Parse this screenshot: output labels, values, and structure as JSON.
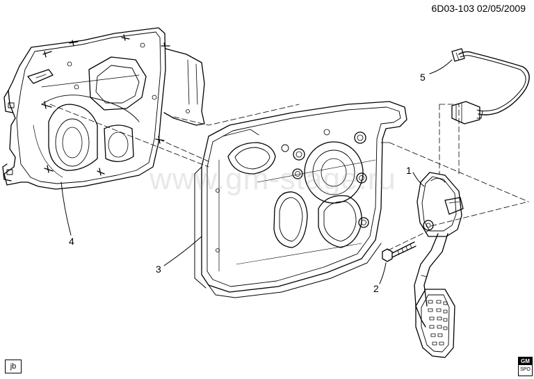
{
  "header": {
    "doc_ref": "6D03-103  02/05/2009"
  },
  "callouts": [
    "1",
    "2",
    "3",
    "4",
    "5"
  ],
  "watermark": "www.gm-stage.ru",
  "footer": {
    "tag": "jb",
    "logo_top": "GM",
    "logo_bottom": "SPO"
  },
  "parts": [
    {
      "callout": "1",
      "icon": "accelerator-pedal-icon"
    },
    {
      "callout": "2",
      "icon": "bolt-icon"
    },
    {
      "callout": "3",
      "icon": "pedal-bracket-panel-icon"
    },
    {
      "callout": "4",
      "icon": "mounting-plate-icon"
    },
    {
      "callout": "5",
      "icon": "wiring-harness-icon"
    }
  ],
  "colors": {
    "line": "#000000",
    "background": "#ffffff",
    "watermark": "#969696"
  }
}
